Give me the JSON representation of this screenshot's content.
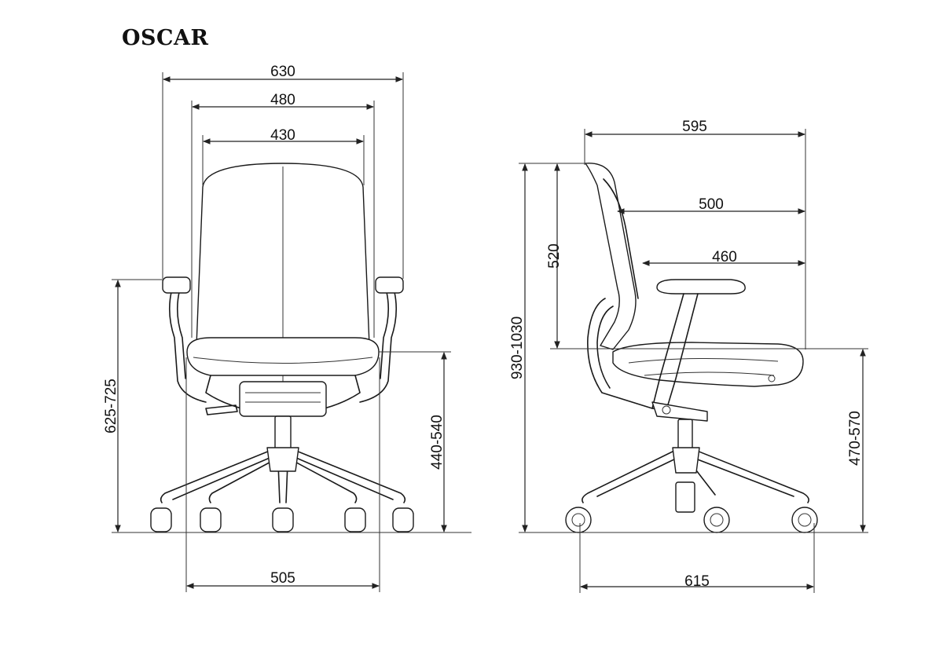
{
  "title": "OSCAR",
  "dimensions": {
    "front_overall_width": "630",
    "front_seat_width": "480",
    "front_back_width": "430",
    "front_arm_height": "625-725",
    "front_seat_height": "440-540",
    "front_base_width": "505",
    "side_overall_depth": "595",
    "side_seat_depth": "500",
    "side_arm_depth": "460",
    "side_back_height": "520",
    "side_overall_height": "930-1030",
    "side_seat_height": "470-570",
    "side_base_depth": "615"
  }
}
